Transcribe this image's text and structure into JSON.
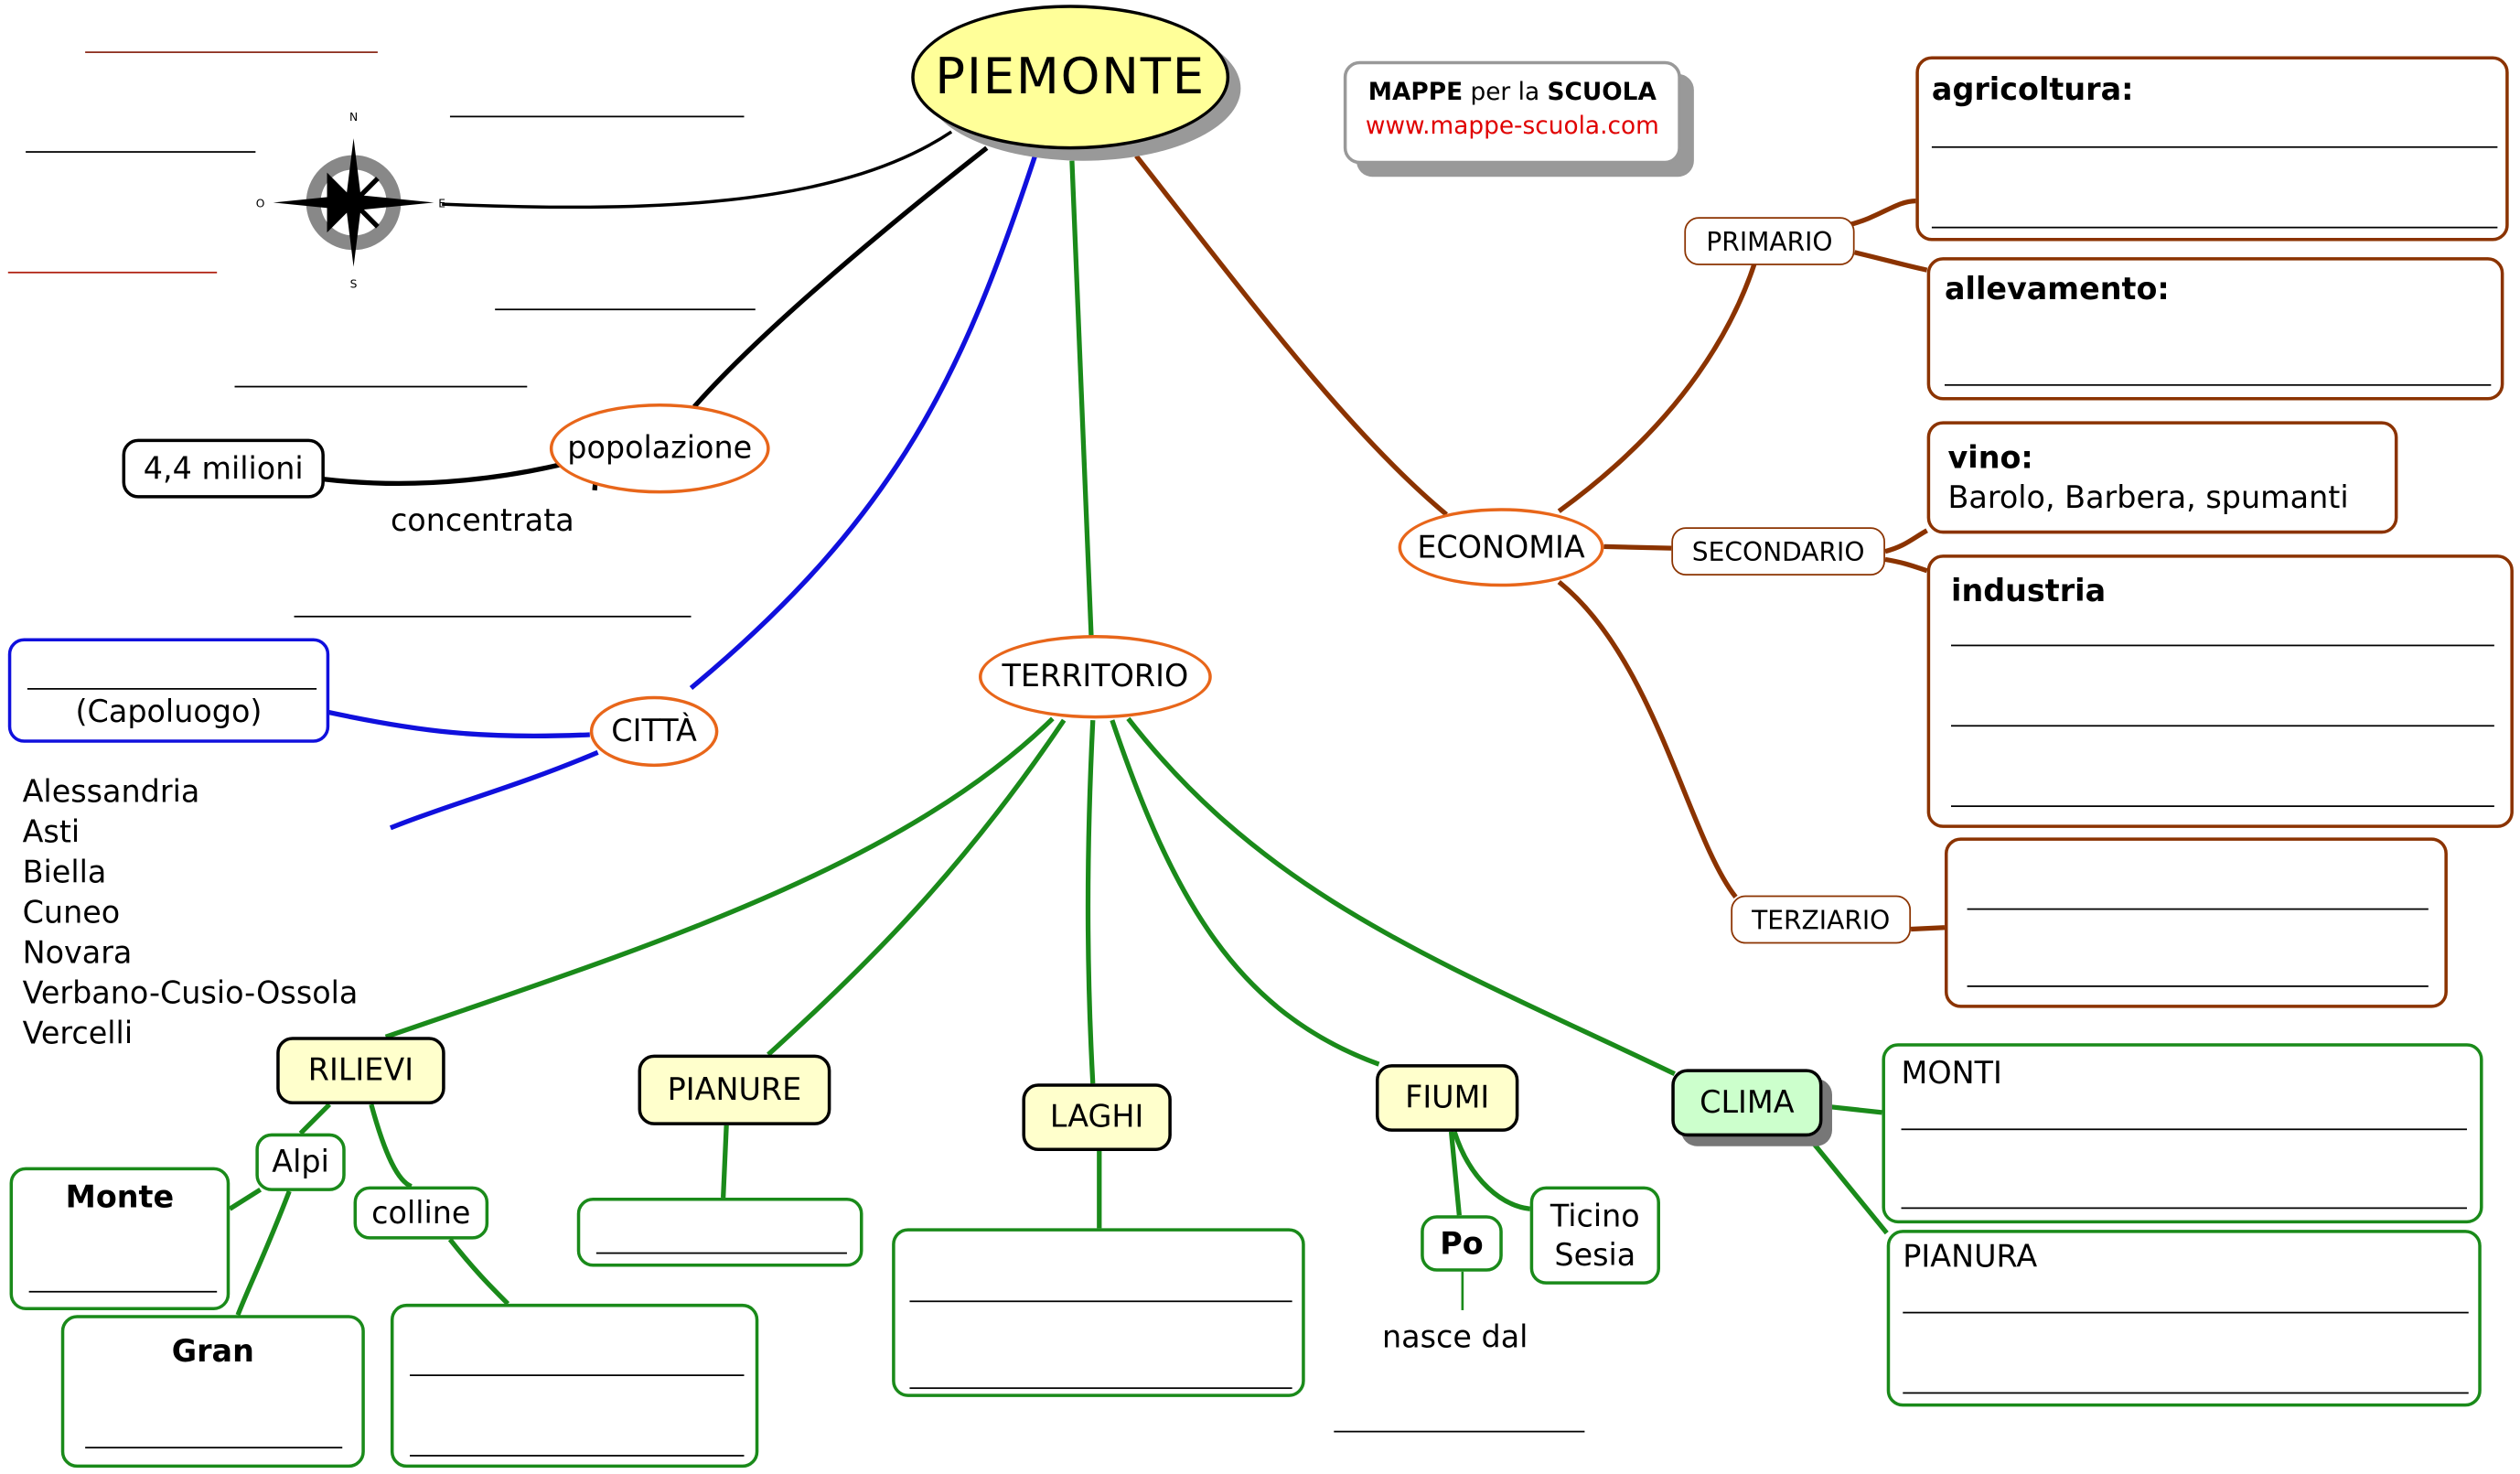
{
  "title": "PIEMONTE",
  "logo": {
    "line1_bold1": "MAPPE",
    "line1_mid": "per la",
    "line1_bold2": "SCUOLA",
    "url": "www.mappe-scuola.com"
  },
  "compass": {
    "n": "N",
    "s": "S",
    "e": "E",
    "o": "O"
  },
  "popolazione": {
    "label": "popolazione",
    "value": "4,4 milioni",
    "note": "concentrata"
  },
  "citta": {
    "label": "CITTÀ",
    "capoluogo": "(Capoluogo)",
    "list": [
      "Alessandria",
      "Asti",
      "Biella",
      "Cuneo",
      "Novara",
      "Verbano-Cusio-Ossola",
      "Vercelli"
    ]
  },
  "territorio": {
    "label": "TERRITORIO",
    "rilievi": {
      "label": "RILIEVI",
      "alpi": "Alpi",
      "colline": "colline",
      "monte": "Monte",
      "gran": "Gran"
    },
    "pianure": "PIANURE",
    "laghi": "LAGHI",
    "fiumi": {
      "label": "FIUMI",
      "po": "Po",
      "others": "Ticino\nSesia",
      "po_note": "nasce dal"
    },
    "clima": {
      "label": "CLIMA",
      "monti": "MONTI",
      "pianura": "PIANURA"
    }
  },
  "economia": {
    "label": "ECONOMIA",
    "primario": "PRIMARIO",
    "secondario": "SECONDARIO",
    "terziario": "TERZIARIO",
    "agricoltura": "agricoltura:",
    "allevamento": "allevamento:",
    "vino": "vino:",
    "vino_detail": "Barolo, Barbera, spumanti",
    "industria": "industria"
  },
  "colors": {
    "title_fill": "#ffff99",
    "economy": "#8b3300",
    "territory": "#1a8a1a",
    "city": "#1010dd",
    "node_border": "#e8661a",
    "clima_fill": "#ccffcc",
    "label_fill": "#ffffcc",
    "logo_url": "#e00000"
  }
}
